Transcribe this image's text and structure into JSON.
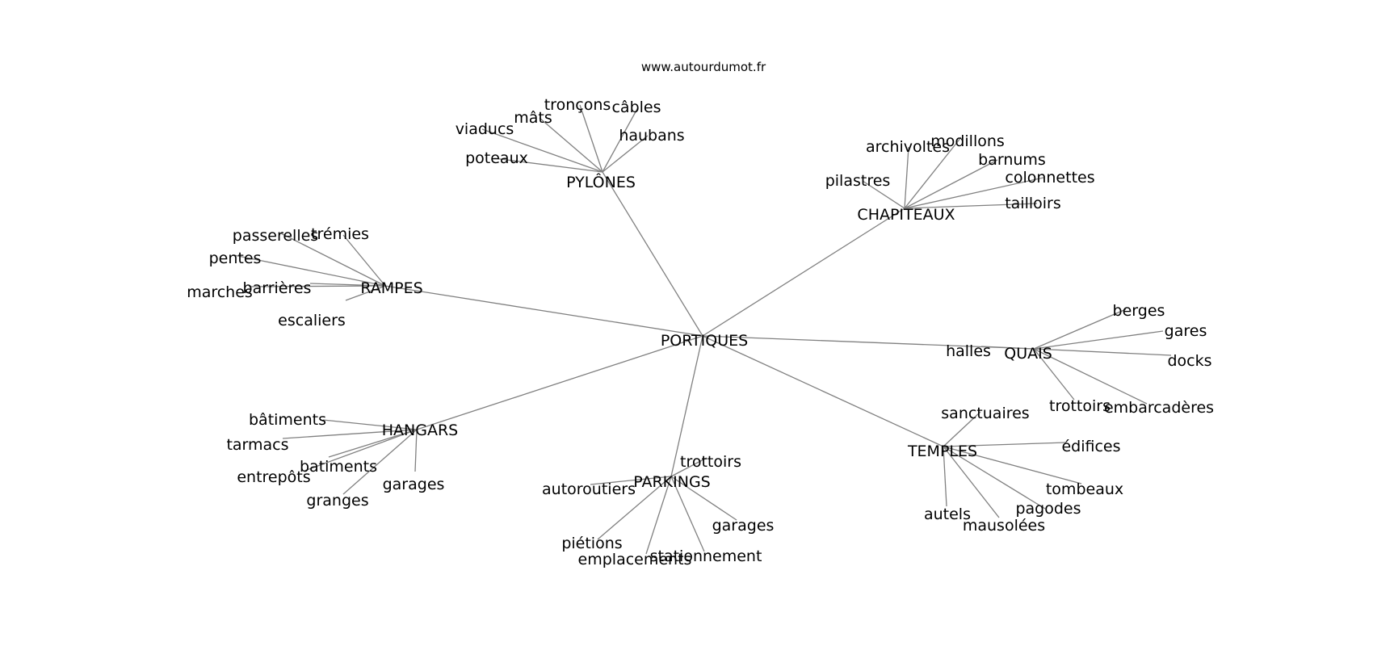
{
  "watermark": "www.autourdumot.fr",
  "graph": {
    "center": "PORTIQUES",
    "hubs": [
      {
        "name": "PYLÔNES",
        "words": [
          "viaducs",
          "mâts",
          "tronçons",
          "câbles",
          "haubans",
          "poteaux"
        ]
      },
      {
        "name": "CHAPITEAUX",
        "words": [
          "archivoltes",
          "modillons",
          "barnums",
          "colonnettes",
          "tailloirs",
          "pilastres"
        ]
      },
      {
        "name": "RAMPES",
        "words": [
          "passerelles",
          "trémies",
          "pentes",
          "barrières",
          "marches",
          "escaliers"
        ]
      },
      {
        "name": "QUAIS",
        "words": [
          "berges",
          "gares",
          "docks",
          "halles",
          "trottoirs",
          "embarcadères"
        ]
      },
      {
        "name": "HANGARS",
        "words": [
          "bâtiments",
          "tarmacs",
          "batiments",
          "entrepôts",
          "garages",
          "granges"
        ]
      },
      {
        "name": "TEMPLES",
        "words": [
          "sanctuaires",
          "édifices",
          "tombeaux",
          "pagodes",
          "autels",
          "mausolées"
        ]
      },
      {
        "name": "PARKINGS",
        "words": [
          "trottoirs",
          "autoroutiers",
          "garages",
          "piétions",
          "emplacements",
          "stationnement"
        ]
      }
    ]
  }
}
